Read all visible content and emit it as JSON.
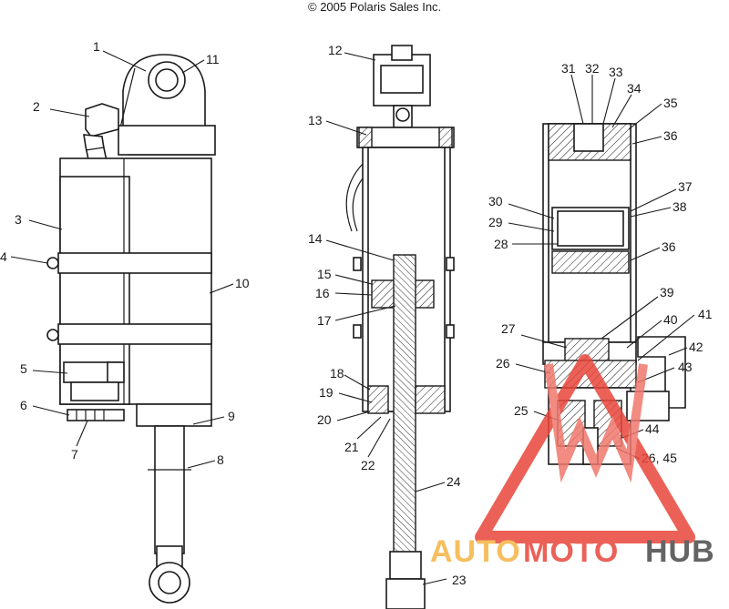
{
  "copyright": "© 2005 Polaris Sales Inc.",
  "watermark": {
    "auto": "AUTO",
    "moto": "MOTO",
    "hub": "HUB",
    "color_a": "#f5b342",
    "color_b": "#e8463a",
    "color_c": "#4a4a4a"
  },
  "labels": {
    "l1": "1",
    "l2": "2",
    "l3": "3",
    "l4": "4",
    "l5": "5",
    "l6": "6",
    "l7": "7",
    "l8": "8",
    "l9": "9",
    "l10": "10",
    "l11": "11",
    "l12": "12",
    "l13": "13",
    "l14": "14",
    "l15": "15",
    "l16": "16",
    "l17": "17",
    "l18": "18",
    "l19": "19",
    "l20": "20",
    "l21": "21",
    "l22": "22",
    "l23": "23",
    "l24": "24",
    "l25": "25",
    "l26": "26",
    "l26b": "26, 45",
    "l27": "27",
    "l28": "28",
    "l29": "29",
    "l30": "30",
    "l31": "31",
    "l32": "32",
    "l33": "33",
    "l34": "34",
    "l35": "35",
    "l36": "36",
    "l36b": "36",
    "l37": "37",
    "l38": "38",
    "l39": "39",
    "l40": "40",
    "l41": "41",
    "l42": "42",
    "l43": "43",
    "l44": "44"
  }
}
